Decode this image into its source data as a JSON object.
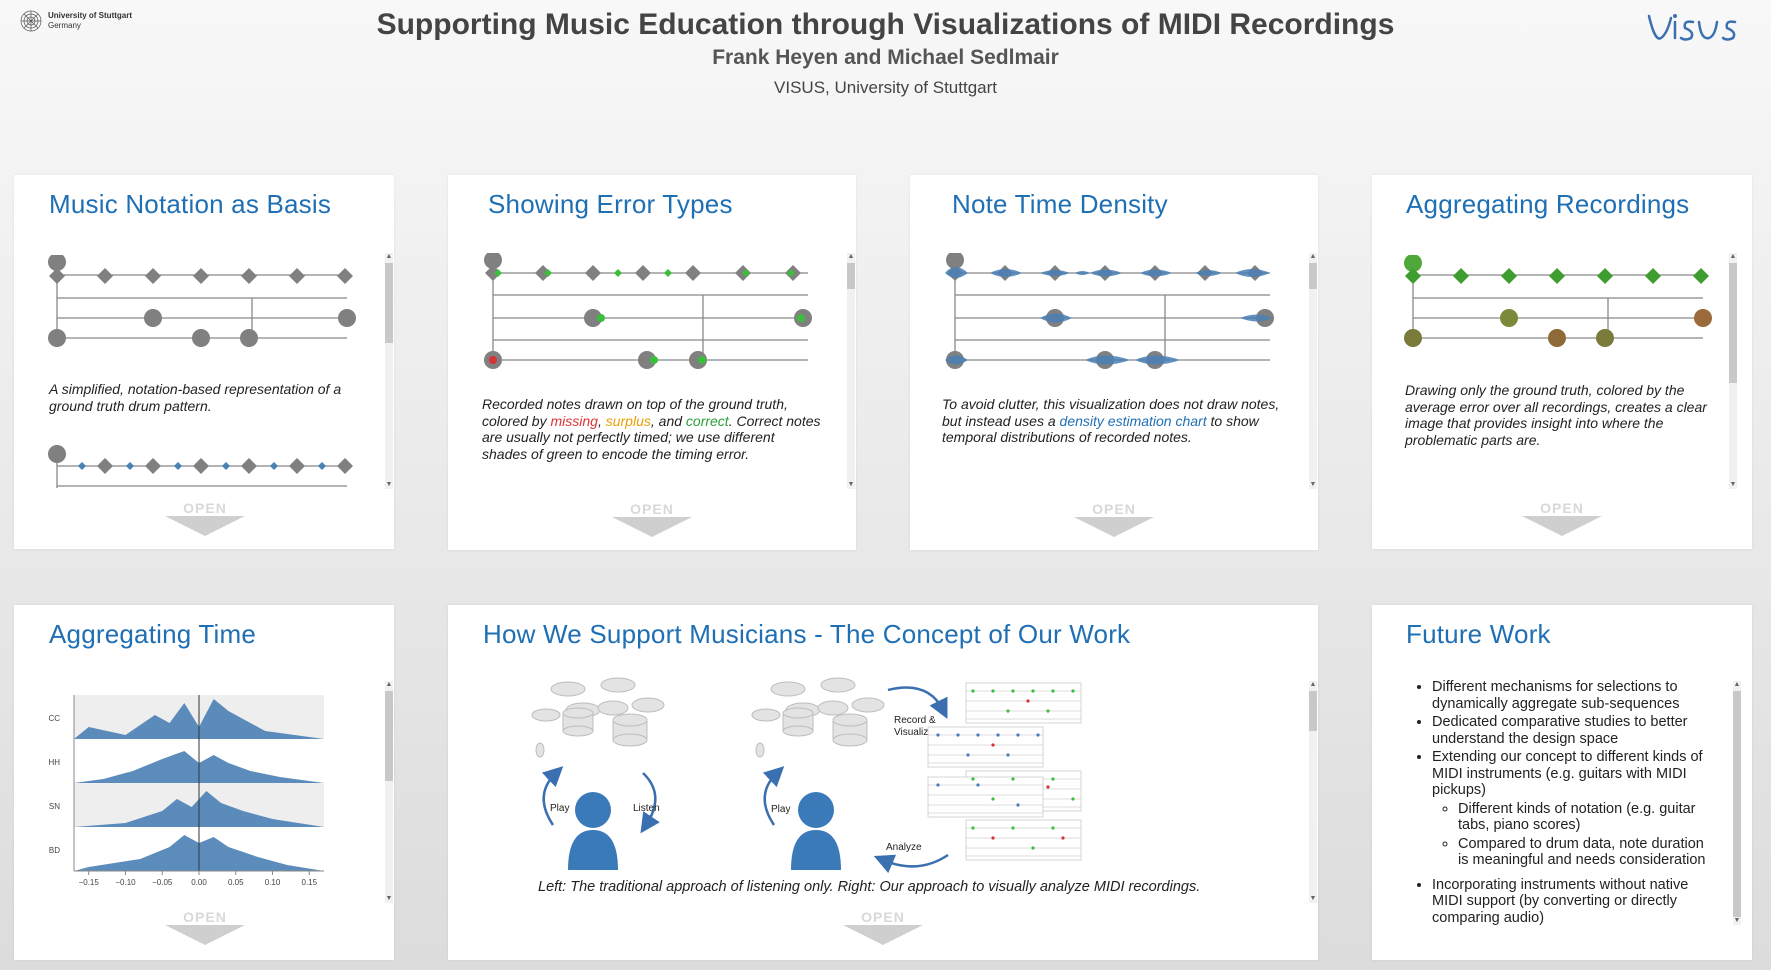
{
  "header": {
    "university_line1": "University of Stuttgart",
    "university_line2": "Germany",
    "visus_logo": "VISUS",
    "title": "Supporting Music Education through Visualizations of MIDI Recordings",
    "authors": "Frank Heyen and Michael Sedlmair",
    "affiliation": "VISUS, University of Stuttgart"
  },
  "panels": {
    "notation": {
      "title": "Music Notation as Basis",
      "caption": "A simplified, notation-based representation of a ground truth drum pattern.",
      "open_label": "OPEN"
    },
    "errors": {
      "title": "Showing Error Types",
      "caption_pre": "Recorded notes drawn on top of the ground truth, colored by ",
      "missing": "missing",
      "sep1": ", ",
      "surplus": "surplus",
      "sep2": ", and ",
      "correct": "correct",
      "caption_post": ". Correct notes are usually not perfectly timed; we use different shades of green to encode the timing error.",
      "open_label": "OPEN"
    },
    "density": {
      "title": "Note Time Density",
      "caption_pre": "To avoid clutter, this visualization does not draw notes, but instead uses a ",
      "link": "density estimation chart",
      "caption_post": " to show temporal distributions of recorded notes.",
      "open_label": "OPEN"
    },
    "aggregating_recordings": {
      "title": "Aggregating Recordings",
      "caption": "Drawing only the ground truth, colored by the average error over all recordings, creates a clear image that provides insight into where the problematic parts are.",
      "open_label": "OPEN"
    },
    "aggregating_time": {
      "title": "Aggregating Time",
      "open_label": "OPEN"
    },
    "concept": {
      "title": "How We Support Musicians - The Concept of Our Work",
      "play_left": "Play",
      "listen": "Listen",
      "play_right": "Play",
      "record_line1": "Record &",
      "record_line2": "Visualize",
      "analyze": "Analyze",
      "caption": "Left: The traditional approach of listening only. Right: Our approach to visually analyze MIDI recordings.",
      "open_label": "OPEN"
    },
    "future": {
      "title": "Future Work",
      "items": [
        "Different mechanisms for selections to dynamically aggregate sub-sequences",
        "Dedicated comparative studies to better understand the design space",
        "Extending our concept to different kinds of MIDI instruments (e.g. guitars with MIDI pickups)",
        "Incorporating instruments without native MIDI support (by converting or directly comparing audio)"
      ],
      "subitems": [
        "Different kinds of notation (e.g. guitar tabs, piano scores)",
        "Compared to drum data, note duration is meaningful and needs consideration"
      ]
    }
  },
  "chart_data": {
    "type": "area",
    "categories": [
      "CC",
      "HH",
      "SN",
      "BD"
    ],
    "x_ticks": [
      -0.15,
      -0.1,
      -0.05,
      0.0,
      0.05,
      0.1,
      0.15
    ],
    "xlim": [
      -0.17,
      0.17
    ],
    "series_color": "#4a7fb5"
  },
  "colors": {
    "accent": "#1f6fb4",
    "note_gray": "#808080",
    "missing": "#d33333",
    "surplus": "#e6a100",
    "correct": "#2a9d3a",
    "density_blue": "#4a7fb5"
  }
}
